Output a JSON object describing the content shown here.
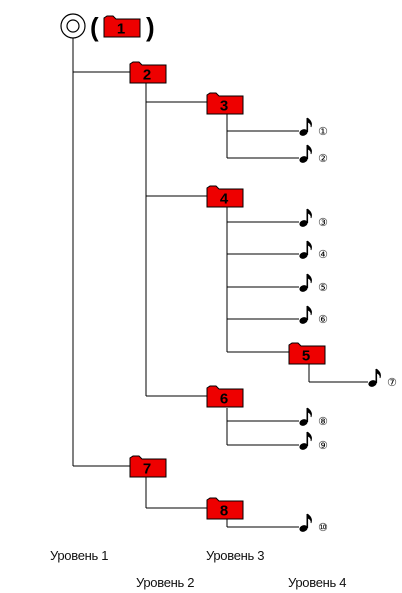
{
  "folders": [
    {
      "id": "f1",
      "label": "1"
    },
    {
      "id": "f2",
      "label": "2"
    },
    {
      "id": "f3",
      "label": "3"
    },
    {
      "id": "f4",
      "label": "4"
    },
    {
      "id": "f5",
      "label": "5"
    },
    {
      "id": "f6",
      "label": "6"
    },
    {
      "id": "f7",
      "label": "7"
    },
    {
      "id": "f8",
      "label": "8"
    }
  ],
  "tracks": [
    {
      "id": "t1",
      "label": "①"
    },
    {
      "id": "t2",
      "label": "②"
    },
    {
      "id": "t3",
      "label": "③"
    },
    {
      "id": "t4",
      "label": "④"
    },
    {
      "id": "t5",
      "label": "⑤"
    },
    {
      "id": "t6",
      "label": "⑥"
    },
    {
      "id": "t7",
      "label": "⑦"
    },
    {
      "id": "t8",
      "label": "⑧"
    },
    {
      "id": "t9",
      "label": "⑨"
    },
    {
      "id": "t10",
      "label": "⑩"
    }
  ],
  "root": {
    "open_paren": "(",
    "close_paren": ")"
  },
  "levels": [
    {
      "label": "Уровень 1"
    },
    {
      "label": "Уровень 2"
    },
    {
      "label": "Уровень 3"
    },
    {
      "label": "Уровень 4"
    }
  ],
  "colors": {
    "folder_fill": "#ee0000",
    "folder_stroke": "#000000",
    "line": "#000000",
    "note": "#000000"
  },
  "icons": {
    "root": "disc-icon",
    "folder": "folder-icon",
    "track": "music-note-icon"
  }
}
